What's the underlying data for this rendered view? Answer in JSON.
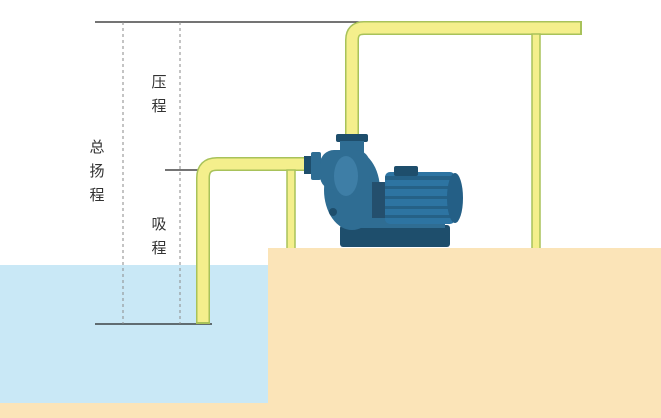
{
  "labels": {
    "total_head": "总扬程",
    "discharge_head": "压程",
    "suction_head": "吸程"
  },
  "colors": {
    "water": "#c9e8f6",
    "ground": "#fbe4b8",
    "pipe_fill": "#f4ef8c",
    "pipe_edge": "#a8c25a",
    "pump_body": "#2f6d93",
    "pump_dark": "#1e4e6c",
    "motor": "#2d74a2",
    "dim_line": "#222222",
    "dash_line": "#8a8a8a"
  }
}
